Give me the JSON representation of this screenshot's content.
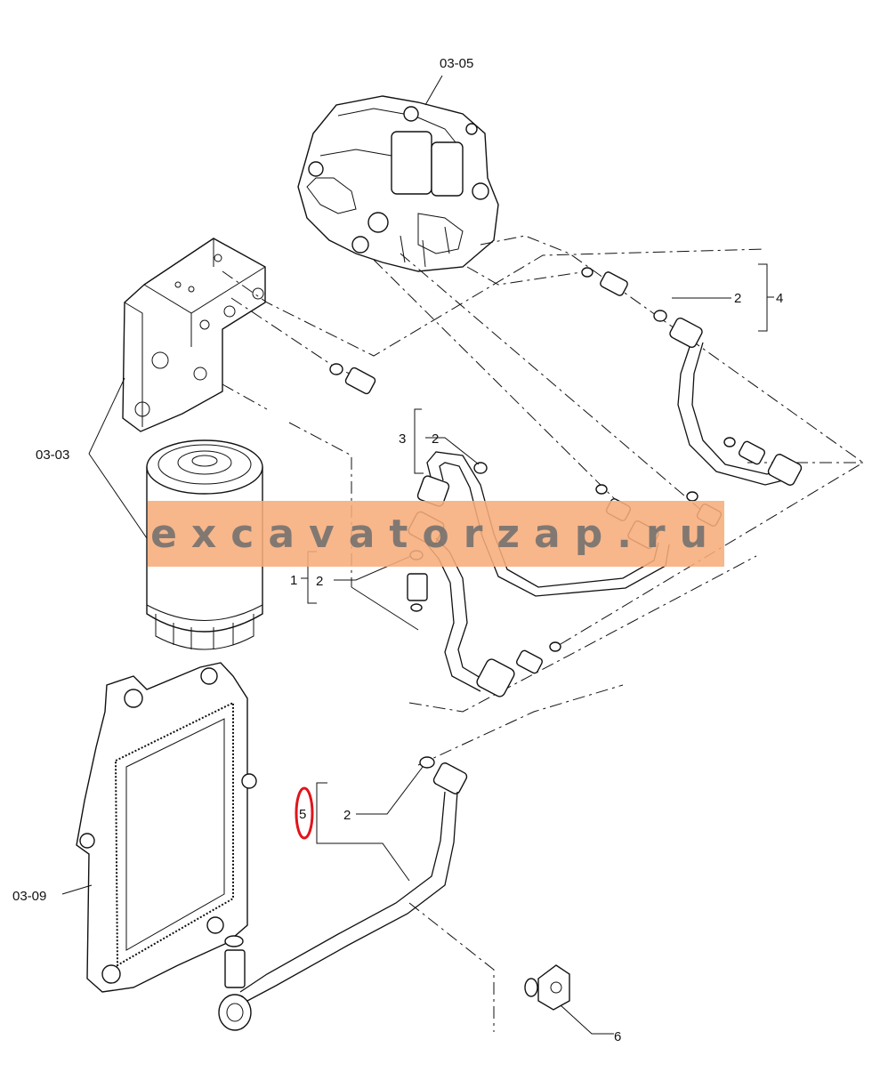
{
  "labels": {
    "pump_ref": "03-05",
    "bracket_ref": "03-03",
    "cooler_ref": "03-09",
    "item_1": "1",
    "item_2a": "2",
    "item_2b": "2",
    "item_2c": "2",
    "item_2d": "2",
    "item_3": "3",
    "item_4": "4",
    "item_5": "5",
    "item_6": "6"
  },
  "watermark": {
    "text": "excavatorzap.ru",
    "band_color": "#f6ad7b"
  },
  "highlight": {
    "color": "#e0141c",
    "target": "5"
  }
}
